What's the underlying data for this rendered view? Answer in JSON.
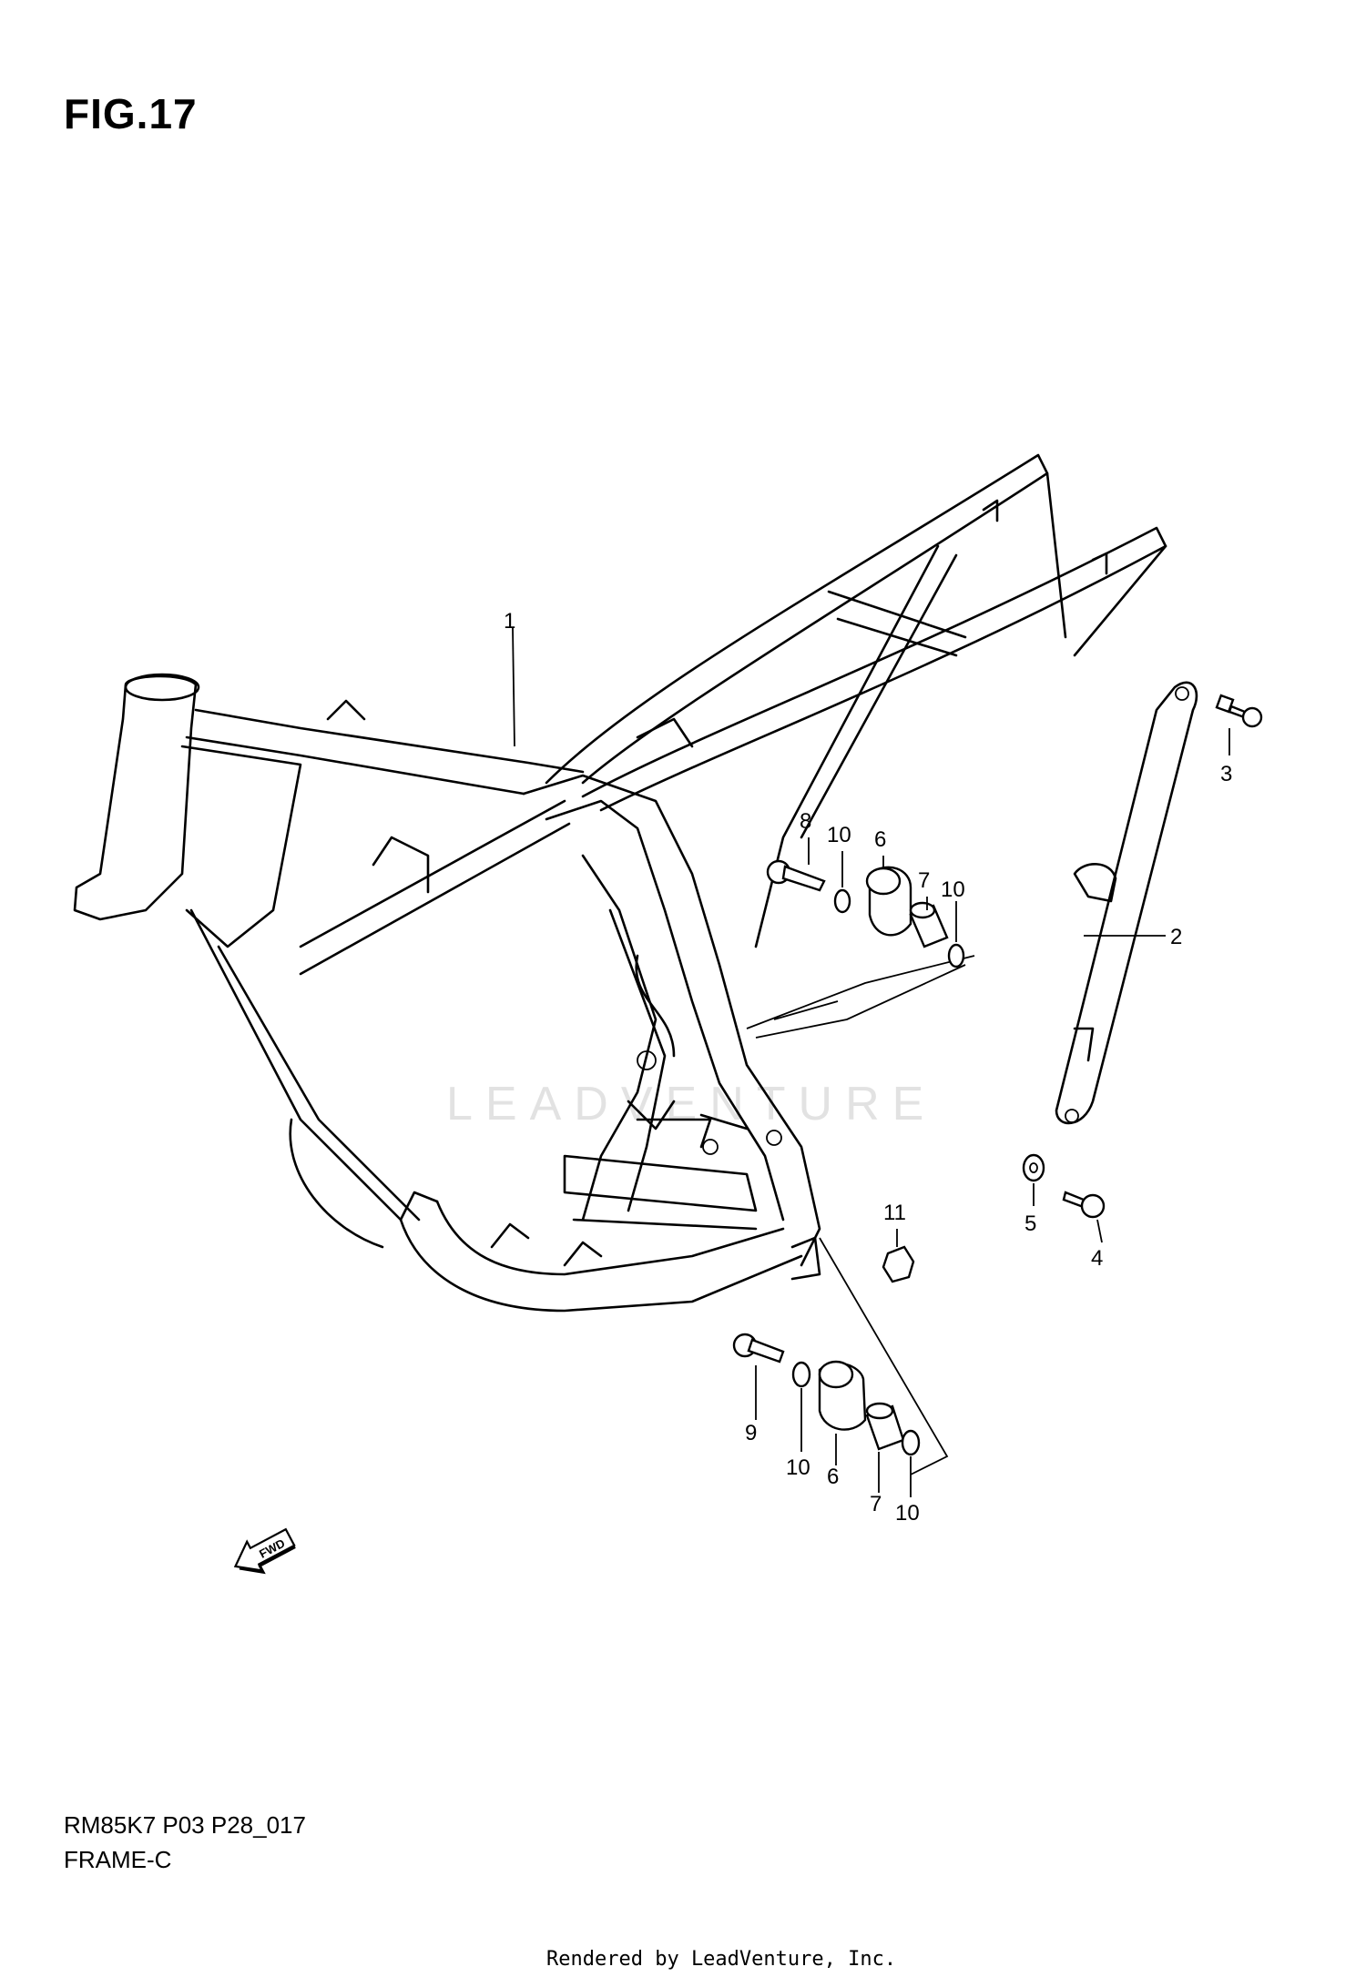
{
  "figure": {
    "title": "FIG.17",
    "model_code": "RM85K7 P03 P28_017",
    "section": "FRAME-C",
    "footer": "Rendered by LeadVenture, Inc.",
    "watermark": "LEADVENTURE",
    "fwd_label": "FWD"
  },
  "callouts": [
    {
      "id": "c1",
      "label": "1"
    },
    {
      "id": "c2",
      "label": "2"
    },
    {
      "id": "c3",
      "label": "3"
    },
    {
      "id": "c4",
      "label": "4"
    },
    {
      "id": "c5",
      "label": "5"
    },
    {
      "id": "c6a",
      "label": "6"
    },
    {
      "id": "c6b",
      "label": "6"
    },
    {
      "id": "c7a",
      "label": "7"
    },
    {
      "id": "c7b",
      "label": "7"
    },
    {
      "id": "c8",
      "label": "8"
    },
    {
      "id": "c9",
      "label": "9"
    },
    {
      "id": "c10a",
      "label": "10"
    },
    {
      "id": "c10b",
      "label": "10"
    },
    {
      "id": "c10c",
      "label": "10"
    },
    {
      "id": "c10d",
      "label": "10"
    },
    {
      "id": "c11",
      "label": "11"
    }
  ]
}
